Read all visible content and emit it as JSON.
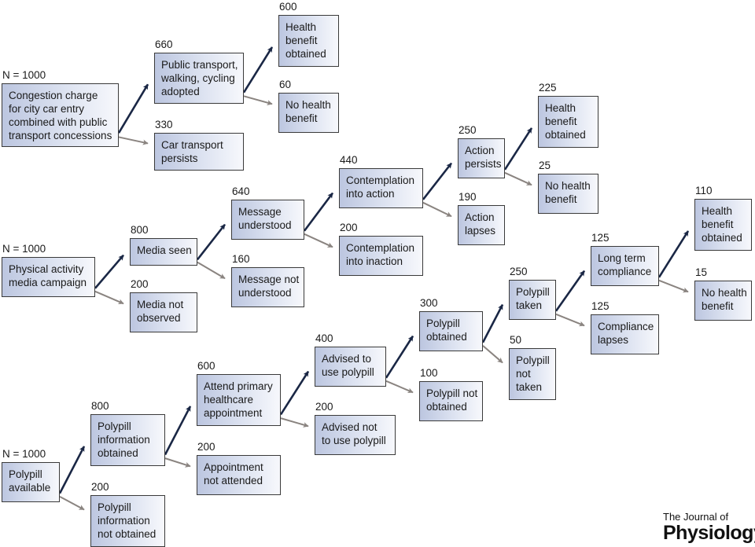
{
  "colors": {
    "success_arrow": "#1a2745",
    "failure_arrow": "#8a8480",
    "box_border": "#3a3a3a"
  },
  "nodes": [
    {
      "id": "cc",
      "count": "N = 1000",
      "label": "Congestion charge\nfor city car entry\ncombined with public\ntransport concessions"
    },
    {
      "id": "pt",
      "count": "660",
      "label": "Public transport,\nwalking, cycling\nadopted"
    },
    {
      "id": "car",
      "count": "330",
      "label": "Car transport\npersists"
    },
    {
      "id": "hb1",
      "count": "600",
      "label": "Health\nbenefit\nobtained"
    },
    {
      "id": "nhb1",
      "count": "60",
      "label": "No health\nbenefit"
    },
    {
      "id": "pa",
      "count": "N = 1000",
      "label": "Physical activity\nmedia campaign"
    },
    {
      "id": "ms",
      "count": "800",
      "label": "Media seen"
    },
    {
      "id": "mno",
      "count": "200",
      "label": "Media not\nobserved"
    },
    {
      "id": "mu",
      "count": "640",
      "label": "Message\nunderstood"
    },
    {
      "id": "mnu",
      "count": "160",
      "label": "Message not\nunderstood"
    },
    {
      "id": "ca",
      "count": "440",
      "label": "Contemplation\ninto action"
    },
    {
      "id": "ci",
      "count": "200",
      "label": "Contemplation\ninto inaction"
    },
    {
      "id": "ap",
      "count": "250",
      "label": "Action\npersists"
    },
    {
      "id": "al",
      "count": "190",
      "label": "Action\nlapses"
    },
    {
      "id": "hb2",
      "count": "225",
      "label": "Health\nbenefit\nobtained"
    },
    {
      "id": "nhb2",
      "count": "25",
      "label": "No health\nbenefit"
    },
    {
      "id": "pp",
      "count": "N = 1000",
      "label": "Polypill\navailable"
    },
    {
      "id": "pio",
      "count": "800",
      "label": "Polypill\ninformation\nobtained"
    },
    {
      "id": "pino",
      "count": "200",
      "label": "Polypill\ninformation\nnot obtained"
    },
    {
      "id": "aph",
      "count": "600",
      "label": "Attend primary\nhealthcare\nappointment"
    },
    {
      "id": "ana",
      "count": "200",
      "label": "Appointment\nnot attended"
    },
    {
      "id": "atu",
      "count": "400",
      "label": "Advised to\nuse polypill"
    },
    {
      "id": "ant",
      "count": "200",
      "label": "Advised not\nto use polypill"
    },
    {
      "id": "po",
      "count": "300",
      "label": "Polypill\nobtained"
    },
    {
      "id": "pno",
      "count": "100",
      "label": "Polypill not\nobtained"
    },
    {
      "id": "pt2",
      "count": "250",
      "label": "Polypill\ntaken"
    },
    {
      "id": "pnt",
      "count": "50",
      "label": "Polypill\nnot\ntaken"
    },
    {
      "id": "ltc",
      "count": "125",
      "label": "Long term\ncompliance"
    },
    {
      "id": "cl",
      "count": "125",
      "label": "Compliance\nlapses"
    },
    {
      "id": "hb3",
      "count": "110",
      "label": "Health\nbenefit\nobtained"
    },
    {
      "id": "nhb3",
      "count": "15",
      "label": "No health\nbenefit"
    }
  ],
  "edges": [
    {
      "from": "cc",
      "to": "pt",
      "kind": "success"
    },
    {
      "from": "cc",
      "to": "car",
      "kind": "failure"
    },
    {
      "from": "pt",
      "to": "hb1",
      "kind": "success"
    },
    {
      "from": "pt",
      "to": "nhb1",
      "kind": "failure"
    },
    {
      "from": "pa",
      "to": "ms",
      "kind": "success"
    },
    {
      "from": "pa",
      "to": "mno",
      "kind": "failure"
    },
    {
      "from": "ms",
      "to": "mu",
      "kind": "success"
    },
    {
      "from": "ms",
      "to": "mnu",
      "kind": "failure"
    },
    {
      "from": "mu",
      "to": "ca",
      "kind": "success"
    },
    {
      "from": "mu",
      "to": "ci",
      "kind": "failure"
    },
    {
      "from": "ca",
      "to": "ap",
      "kind": "success"
    },
    {
      "from": "ca",
      "to": "al",
      "kind": "failure"
    },
    {
      "from": "ap",
      "to": "hb2",
      "kind": "success"
    },
    {
      "from": "ap",
      "to": "nhb2",
      "kind": "failure"
    },
    {
      "from": "pp",
      "to": "pio",
      "kind": "success"
    },
    {
      "from": "pp",
      "to": "pino",
      "kind": "failure"
    },
    {
      "from": "pio",
      "to": "aph",
      "kind": "success"
    },
    {
      "from": "pio",
      "to": "ana",
      "kind": "failure"
    },
    {
      "from": "aph",
      "to": "atu",
      "kind": "success"
    },
    {
      "from": "aph",
      "to": "ant",
      "kind": "failure"
    },
    {
      "from": "atu",
      "to": "po",
      "kind": "success"
    },
    {
      "from": "atu",
      "to": "pno",
      "kind": "failure"
    },
    {
      "from": "po",
      "to": "pt2",
      "kind": "success"
    },
    {
      "from": "po",
      "to": "pnt",
      "kind": "failure"
    },
    {
      "from": "pt2",
      "to": "ltc",
      "kind": "success"
    },
    {
      "from": "pt2",
      "to": "cl",
      "kind": "failure"
    },
    {
      "from": "ltc",
      "to": "hb3",
      "kind": "success"
    },
    {
      "from": "ltc",
      "to": "nhb3",
      "kind": "failure"
    }
  ],
  "branding": {
    "journal_line1": "The Journal of",
    "journal_line2": "Physiology"
  }
}
